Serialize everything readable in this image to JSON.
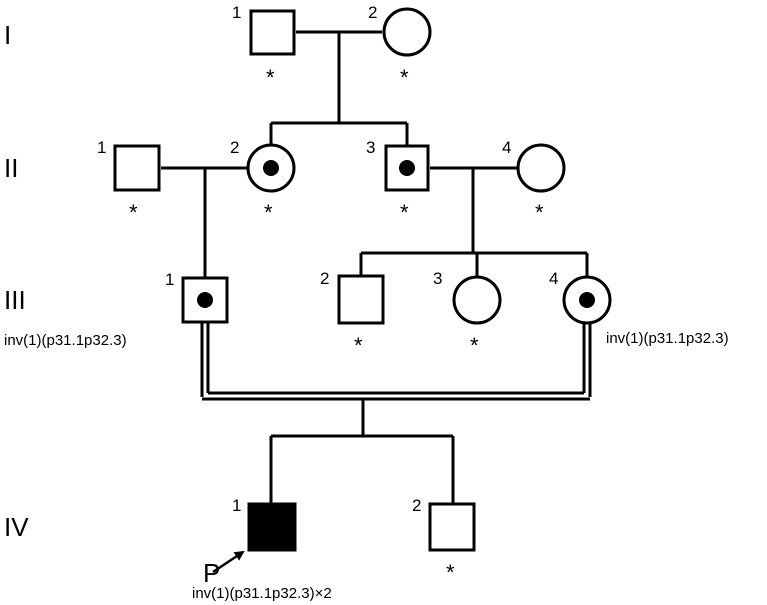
{
  "generations": [
    "I",
    "II",
    "III",
    "IV"
  ],
  "individuals": {
    "I_1": {
      "number": "1",
      "sex": "male",
      "status": "unaffected",
      "tested_mark": "*"
    },
    "I_2": {
      "number": "2",
      "sex": "female",
      "status": "unaffected",
      "tested_mark": "*"
    },
    "II_1": {
      "number": "1",
      "sex": "male",
      "status": "unaffected",
      "tested_mark": "*"
    },
    "II_2": {
      "number": "2",
      "sex": "female",
      "status": "carrier",
      "tested_mark": "*"
    },
    "II_3": {
      "number": "3",
      "sex": "male",
      "status": "carrier",
      "tested_mark": "*"
    },
    "II_4": {
      "number": "4",
      "sex": "female",
      "status": "unaffected",
      "tested_mark": "*"
    },
    "III_1": {
      "number": "1",
      "sex": "male",
      "status": "carrier",
      "karyotype": "inv(1)(p31.1p32.3)"
    },
    "III_2": {
      "number": "2",
      "sex": "male",
      "status": "unaffected",
      "tested_mark": "*"
    },
    "III_3": {
      "number": "3",
      "sex": "female",
      "status": "unaffected",
      "tested_mark": "*"
    },
    "III_4": {
      "number": "4",
      "sex": "female",
      "status": "carrier",
      "karyotype": "inv(1)(p31.1p32.3)"
    },
    "IV_1": {
      "number": "1",
      "sex": "male",
      "status": "affected",
      "karyotype": "inv(1)(p31.1p32.3)×2",
      "proband_label": "P"
    },
    "IV_2": {
      "number": "2",
      "sex": "male",
      "status": "unaffected",
      "tested_mark": "*"
    }
  }
}
